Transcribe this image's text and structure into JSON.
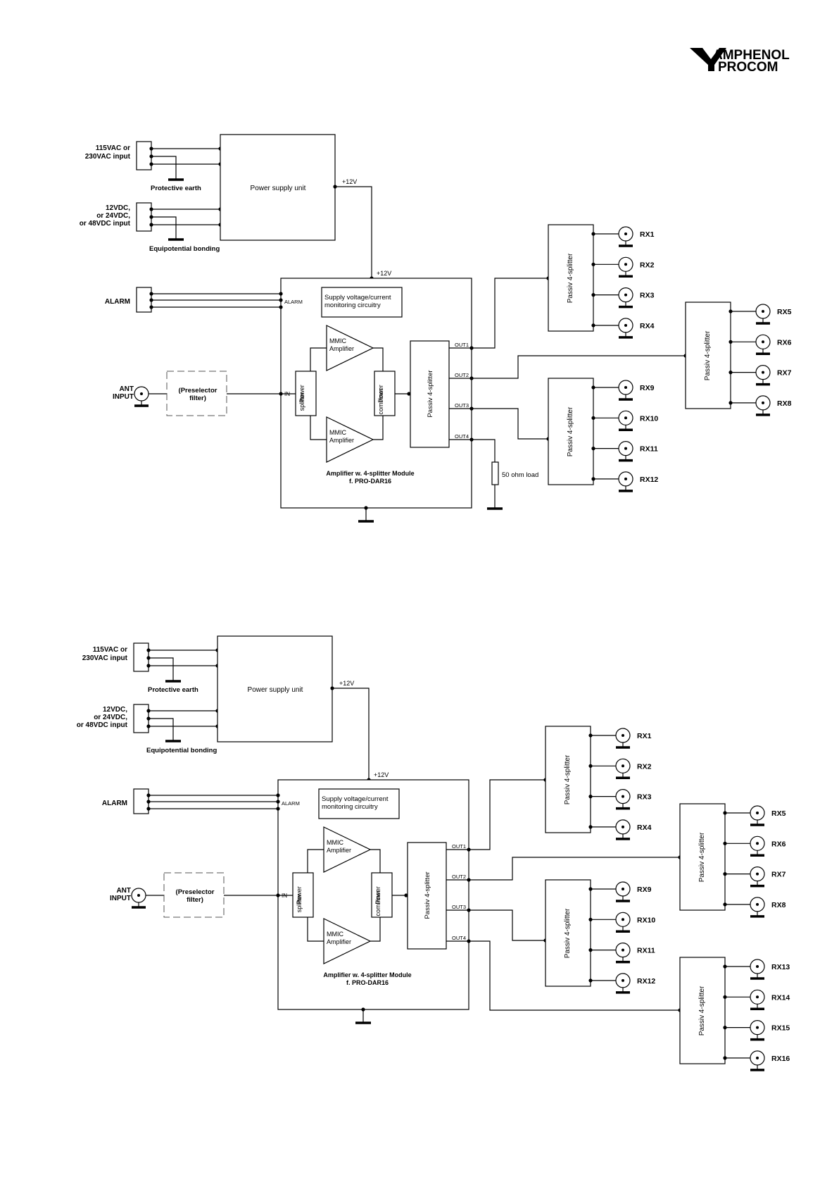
{
  "logo": {
    "line1": "AMPHENOL",
    "line2": "PROCOM"
  },
  "diagrams": [
    {
      "ac_input": [
        "115VAC or",
        "230VAC input"
      ],
      "protective_earth": "Protective earth",
      "dc_input": [
        "12VDC,",
        "or 24VDC,",
        "or 48VDC input"
      ],
      "equipotential_bonding": "Equipotential bonding",
      "psu_label": "Power supply unit",
      "v12_psu": "+12V",
      "v12_module": "+12V",
      "alarm": "ALARM",
      "alarm_pin": "ALARM",
      "supply_monitor": [
        "Supply voltage/current",
        "monitoring circuitry"
      ],
      "ant_input": [
        "ANT",
        "INPUT"
      ],
      "preselector": [
        "(Preselector",
        "filter)"
      ],
      "in_pin": "IN",
      "power_splitter": [
        "Power",
        "splitter"
      ],
      "mmic_top": [
        "MMIC",
        "Amplifier"
      ],
      "mmic_bottom": [
        "MMIC",
        "Amplifier"
      ],
      "power_combiner": [
        "Power",
        "combiner"
      ],
      "internal_splitter": "Passiv 4-splitter",
      "outputs": [
        "OUT1",
        "OUT2",
        "OUT3",
        "OUT4"
      ],
      "module_title": [
        "Amplifier w. 4-splitter Module",
        "f. PRO-DAR16"
      ],
      "load_label": "50 ohm load",
      "splitters": [
        {
          "label": "Passiv 4-splitter",
          "rx": [
            "RX1",
            "RX2",
            "RX3",
            "RX4"
          ]
        },
        {
          "label": "Passiv 4-splitter",
          "rx": [
            "RX5",
            "RX6",
            "RX7",
            "RX8"
          ]
        },
        {
          "label": "Passiv 4-splitter",
          "rx": [
            "RX9",
            "RX10",
            "RX11",
            "RX12"
          ]
        }
      ]
    },
    {
      "ac_input": [
        "115VAC or",
        "230VAC input"
      ],
      "protective_earth": "Protective earth",
      "dc_input": [
        "12VDC,",
        "or 24VDC,",
        "or 48VDC input"
      ],
      "equipotential_bonding": "Equipotential bonding",
      "psu_label": "Power supply unit",
      "v12_psu": "+12V",
      "v12_module": "+12V",
      "alarm": "ALARM",
      "alarm_pin": "ALARM",
      "supply_monitor": [
        "Supply voltage/current",
        "monitoring circuitry"
      ],
      "ant_input": [
        "ANT",
        "INPUT"
      ],
      "preselector": [
        "(Preselector",
        "filter)"
      ],
      "in_pin": "IN",
      "power_splitter": [
        "Power",
        "splitter"
      ],
      "mmic_top": [
        "MMIC",
        "Amplifier"
      ],
      "mmic_bottom": [
        "MMIC",
        "Amplifier"
      ],
      "power_combiner": [
        "Power",
        "combiner"
      ],
      "internal_splitter": "Passiv 4-splitter",
      "outputs": [
        "OUT1",
        "OUT2",
        "OUT3",
        "OUT4"
      ],
      "module_title": [
        "Amplifier w. 4-splitter Module",
        "f. PRO-DAR16"
      ],
      "splitters": [
        {
          "label": "Passiv 4-splitter",
          "rx": [
            "RX1",
            "RX2",
            "RX3",
            "RX4"
          ]
        },
        {
          "label": "Passiv 4-splitter",
          "rx": [
            "RX5",
            "RX6",
            "RX7",
            "RX8"
          ]
        },
        {
          "label": "Passiv 4-splitter",
          "rx": [
            "RX9",
            "RX10",
            "RX11",
            "RX12"
          ]
        },
        {
          "label": "Passiv 4-splitter",
          "rx": [
            "RX13",
            "RX14",
            "RX15",
            "RX16"
          ]
        }
      ]
    }
  ]
}
